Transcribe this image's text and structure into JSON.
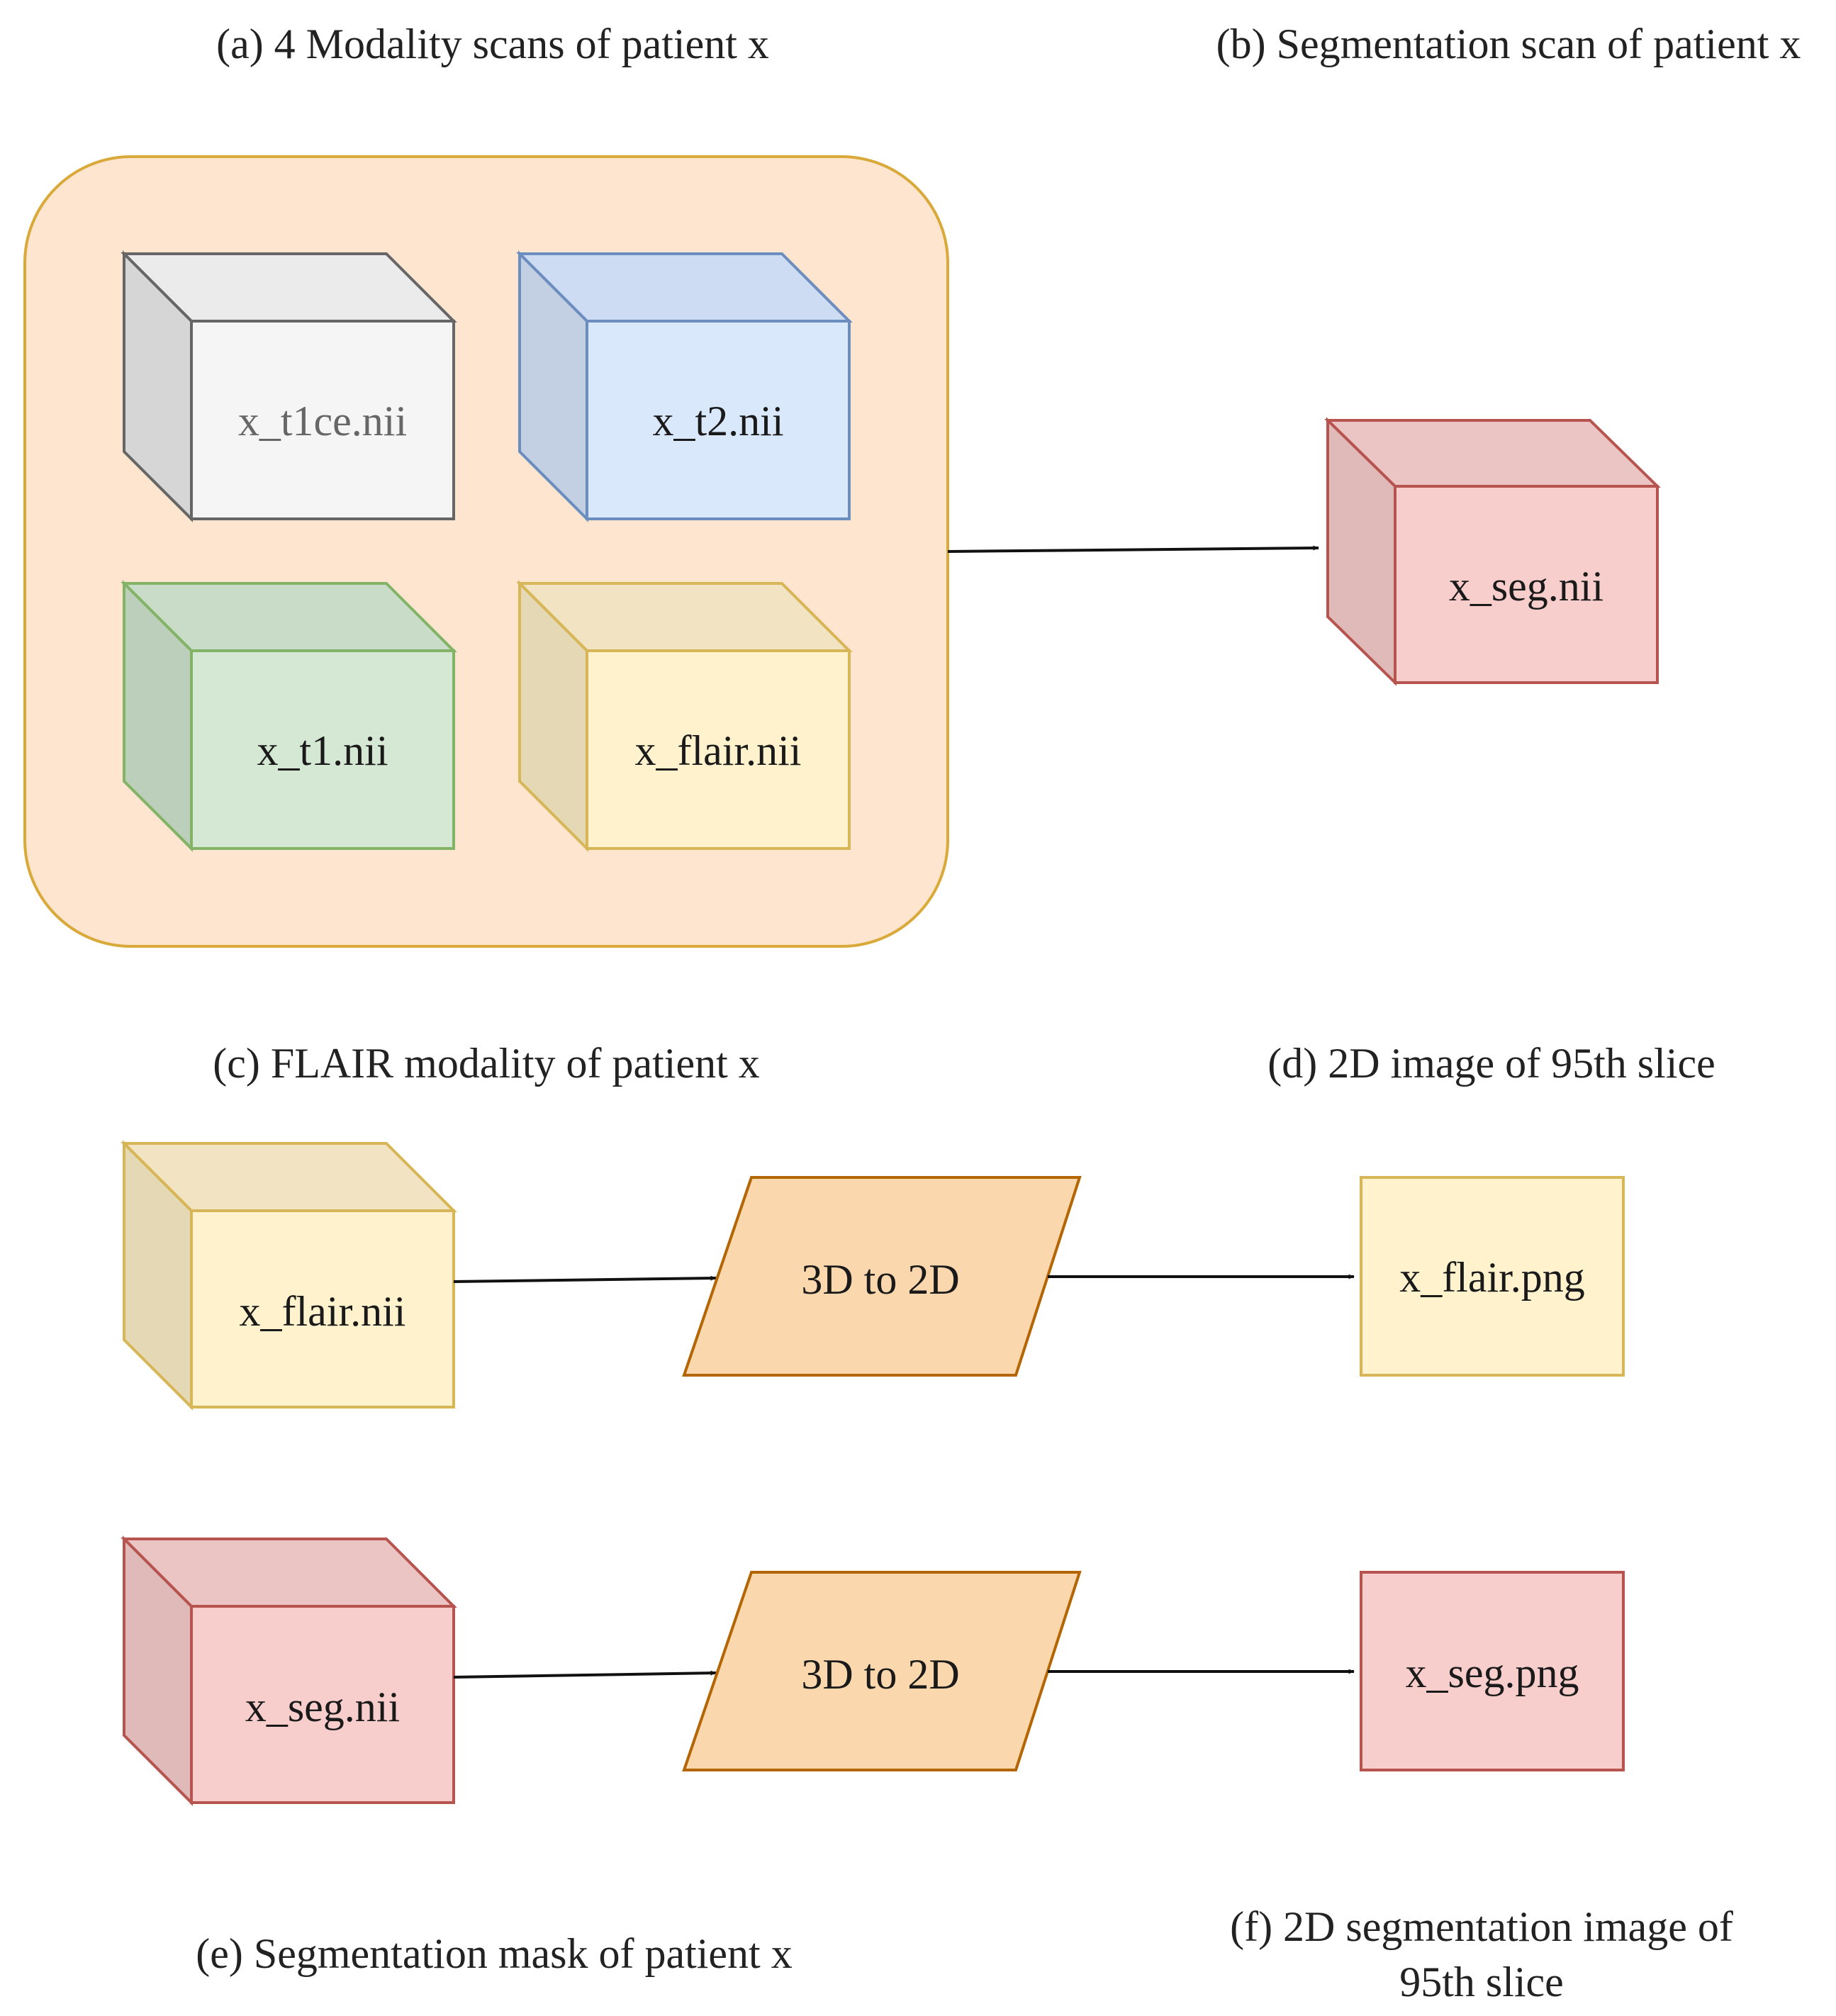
{
  "captions": {
    "a": "(a) 4 Modality scans of patient x",
    "b": "(b) Segmentation scan of patient x",
    "c": "(c) FLAIR modality of patient x",
    "d": "(d) 2D image of 95th slice",
    "e": "(e) Segmentation mask of patient x",
    "f_line1": "(f) 2D segmentation image of",
    "f_line2": "95th slice"
  },
  "modalities": {
    "t1ce": "x_t1ce.nii",
    "t2": "x_t2.nii",
    "t1": "x_t1.nii",
    "flair": "x_flair.nii"
  },
  "segmentation": {
    "seg": "x_seg.nii"
  },
  "pipeline_flair": {
    "input": "x_flair.nii",
    "process": "3D to 2D",
    "output": "x_flair.png"
  },
  "pipeline_seg": {
    "input": "x_seg.nii",
    "process": "3D to 2D",
    "output": "x_seg.png"
  },
  "colors": {
    "group_fill": "#fde5cf",
    "group_stroke": "#d9a93a",
    "grey_fill": "#f5f5f5",
    "grey_stroke": "#666666",
    "blue_fill": "#dae8fc",
    "blue_stroke": "#6c8ebf",
    "green_fill": "#d5e8d4",
    "green_stroke": "#82b366",
    "yellow_fill": "#fff2cc",
    "yellow_stroke": "#d6b656",
    "red_fill": "#f8cecc",
    "red_stroke": "#b85450",
    "process_fill": "#fad7ac",
    "process_stroke": "#b46504"
  }
}
